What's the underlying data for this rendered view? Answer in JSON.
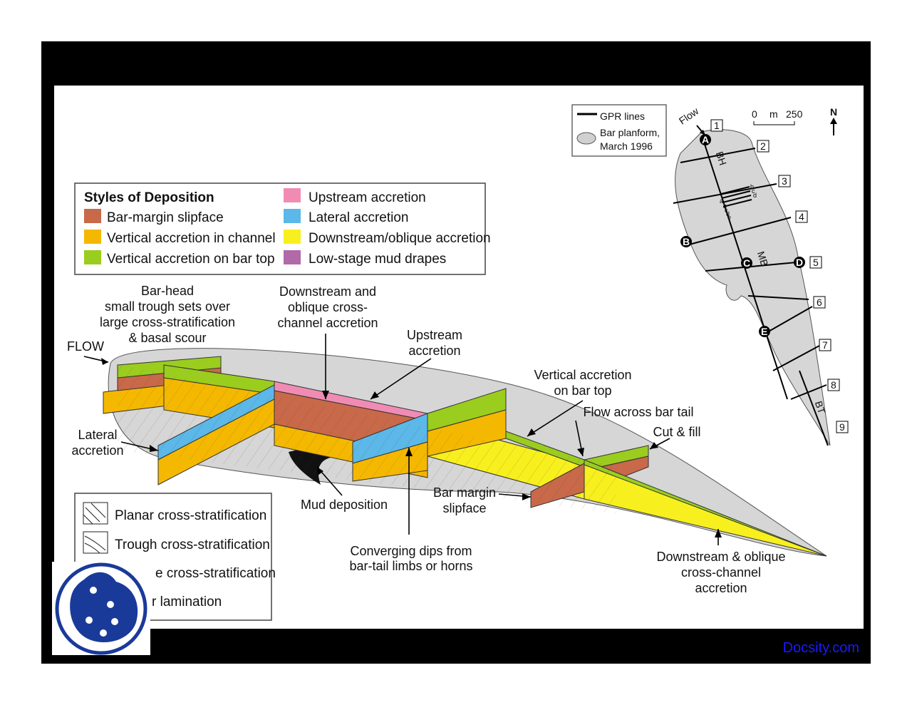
{
  "legend_styles": {
    "title": "Styles of Deposition",
    "items": [
      {
        "label": "Bar-margin slipface",
        "color": "#c8694a"
      },
      {
        "label": "Vertical accretion in channel",
        "color": "#f5b800"
      },
      {
        "label": "Vertical accretion on bar top",
        "color": "#9acd1e"
      },
      {
        "label": "Upstream accretion",
        "color": "#f08cb4"
      },
      {
        "label": "Lateral accretion",
        "color": "#5bb8e8"
      },
      {
        "label": "Downstream/oblique accretion",
        "color": "#f7f01e"
      },
      {
        "label": "Low-stage mud drapes",
        "color": "#b06aa8"
      }
    ]
  },
  "legend_strat": {
    "items": [
      "Planar cross-stratification",
      "Trough cross-stratification",
      "e cross-stratification",
      "r lamination"
    ]
  },
  "map": {
    "legend_line": "GPR lines",
    "legend_bar_1": "Bar planform,",
    "legend_bar_2": "March 1996",
    "flow": "Flow",
    "scale_0": "0",
    "scale_unit": "m",
    "scale_250": "250",
    "north": "N",
    "line_numbers": [
      "1",
      "2",
      "3",
      "4",
      "5",
      "6",
      "7",
      "8",
      "9"
    ],
    "points": [
      "A",
      "B",
      "C",
      "D",
      "E"
    ],
    "lines": [
      "BH",
      "MB",
      "BT"
    ],
    "small": [
      "a",
      "b",
      "c",
      "d",
      "e",
      "b",
      "c",
      "d"
    ]
  },
  "labels": {
    "flow": "FLOW",
    "barhead_1": "Bar-head",
    "barhead_2": "small trough sets over",
    "barhead_3": "large cross-stratification",
    "barhead_4": "& basal scour",
    "down_1": "Downstream and",
    "down_2": "oblique cross-",
    "down_3": "channel accretion",
    "up_1": "Upstream",
    "up_2": "accretion",
    "vert_1": "Vertical accretion",
    "vert_2": "on bar top",
    "flowtail": "Flow across bar tail",
    "cut": "Cut & fill",
    "lat_1": "Lateral",
    "lat_2": "accretion",
    "mud": "Mud deposition",
    "slip_1": "Bar margin",
    "slip_2": "slipface",
    "conv_1": "Converging dips from",
    "conv_2": "bar-tail limbs or horns",
    "ds_1": "Downstream & oblique",
    "ds_2": "cross-channel",
    "ds_3": "accretion"
  },
  "watermark": "Docsity.com"
}
